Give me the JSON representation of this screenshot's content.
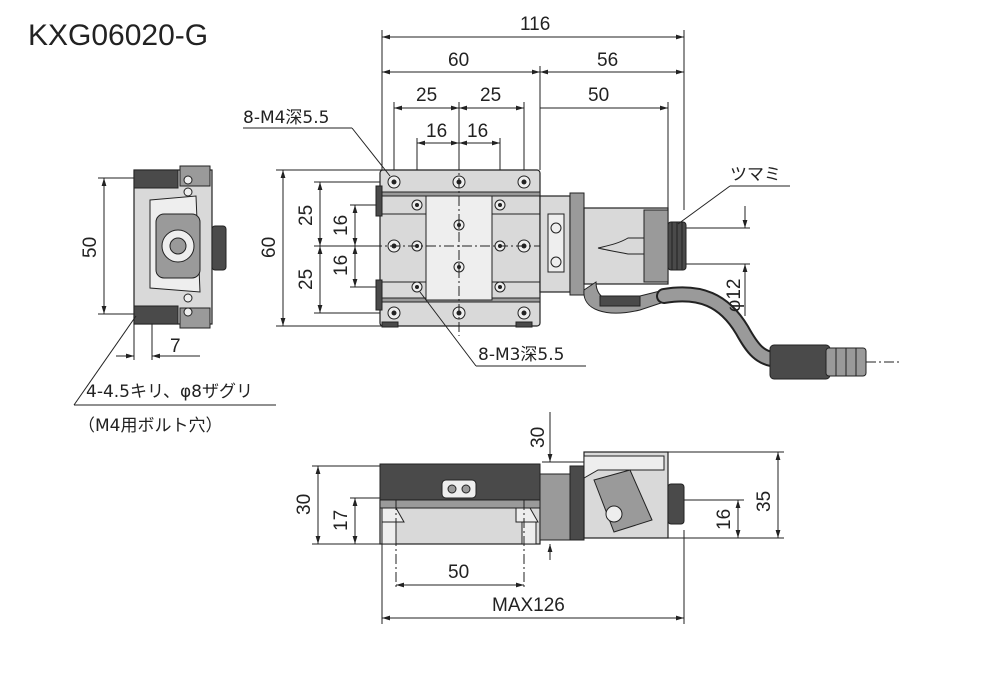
{
  "title": "KXG06020-G",
  "dims": {
    "overall_width": "116",
    "stage_width": "60",
    "knob_offset": "56",
    "knob_to_center": "50",
    "hole_pitch_left": "25",
    "hole_pitch_right": "25",
    "m3_pitch_left": "16",
    "m3_pitch_right": "16",
    "stage_height": "60",
    "side_height": "50",
    "y_pitch_top": "25",
    "y_pitch_bottom": "25",
    "y_m3_top": "16",
    "y_m3_bottom": "16",
    "mount_offset": "7",
    "knob_diameter": "φ12",
    "front_top": "30",
    "front_height": "30",
    "front_center": "17",
    "front_mount_pitch": "50",
    "front_max_length": "MAX126",
    "front_right_16": "16",
    "front_right_35": "35"
  },
  "labels": {
    "m4_tap": "8-M4深5.5",
    "m3_tap": "8-M3深5.5",
    "knob": "ツマミ",
    "mount_hole": "4-4.5キリ、φ8ザグリ",
    "mount_hole_note": "（M4用ボルト穴）"
  }
}
